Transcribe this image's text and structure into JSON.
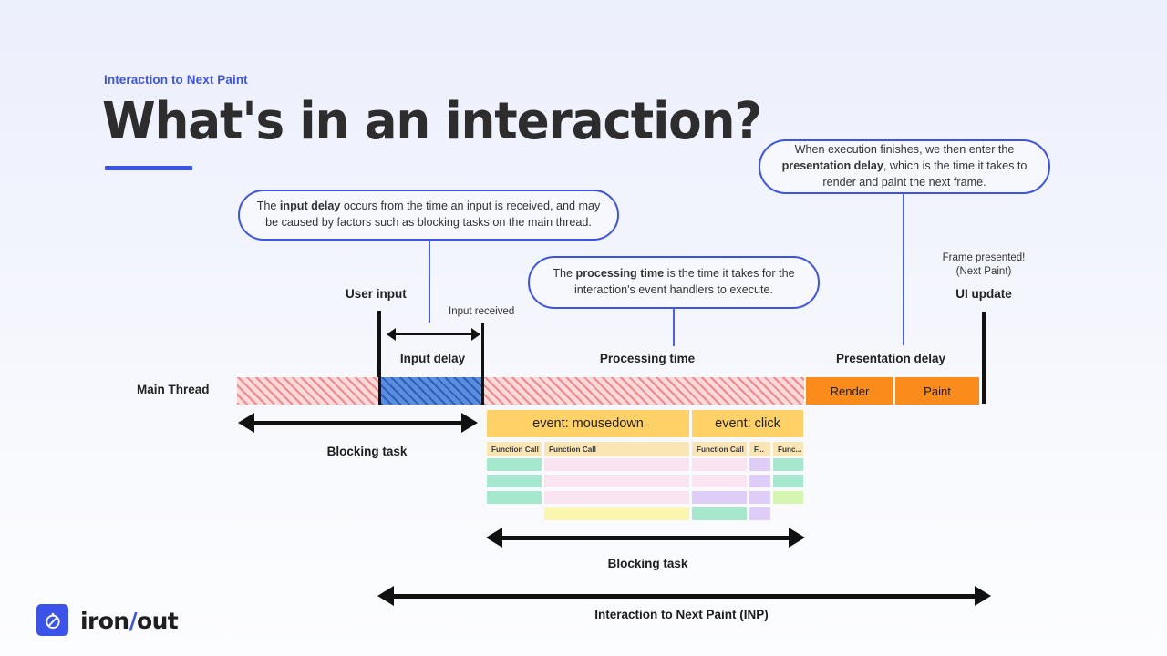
{
  "header": {
    "eyebrow": "Interaction to Next Paint",
    "headline": "What's in an interaction?"
  },
  "colors": {
    "accent": "#3b53e8",
    "bubble_border": "#3b53e8",
    "event_header": "#ffd166",
    "function_header": "#fae5b4",
    "render_paint": "#fb8c1c",
    "input_delay_hatch": "#5b8fdd",
    "main_thread_hatch": "#fcdada",
    "arrow": "#111111",
    "background_top": "#eceffc",
    "background_bottom": "#fcfdfe"
  },
  "callouts": [
    {
      "id": "input-delay-callout",
      "pre": "The ",
      "bold": "input delay",
      "post": " occurs from the time an input is received, and may be caused by factors such as blocking tasks on the main thread."
    },
    {
      "id": "processing-time-callout",
      "pre": "The ",
      "bold": "processing time",
      "post": " is the time it takes for the interaction's event handlers to execute."
    },
    {
      "id": "presentation-delay-callout",
      "pre": "When execution finishes, we then enter the ",
      "bold": "presentation delay",
      "post": ", which is the time it takes to render and paint the next frame."
    }
  ],
  "timeline": {
    "user_input_label": "User input",
    "input_received_label": "Input received",
    "frame_presented_label": "Frame presented!",
    "next_paint_label": "(Next Paint)",
    "ui_update_label": "UI update",
    "phases": {
      "input_delay": "Input delay",
      "processing_time": "Processing time",
      "presentation_delay": "Presentation delay"
    },
    "main_thread_label": "Main Thread",
    "render_label": "Render",
    "paint_label": "Paint"
  },
  "flame_chart": {
    "events": [
      {
        "label": "event: mousedown"
      },
      {
        "label": "event: click"
      }
    ],
    "function_headers": [
      {
        "label": "Function Call"
      },
      {
        "label": "Function Call"
      },
      {
        "label": "Function Call"
      },
      {
        "label": "F..."
      },
      {
        "label": "Func..."
      }
    ]
  },
  "measures": {
    "blocking_task_1": "Blocking task",
    "blocking_task_2": "Blocking task",
    "inp": "Interaction to Next Paint (INP)"
  },
  "footer": {
    "logo_icon": "stopwatch-icon",
    "brand_left": "iron",
    "brand_slash": "/",
    "brand_right": "out"
  }
}
